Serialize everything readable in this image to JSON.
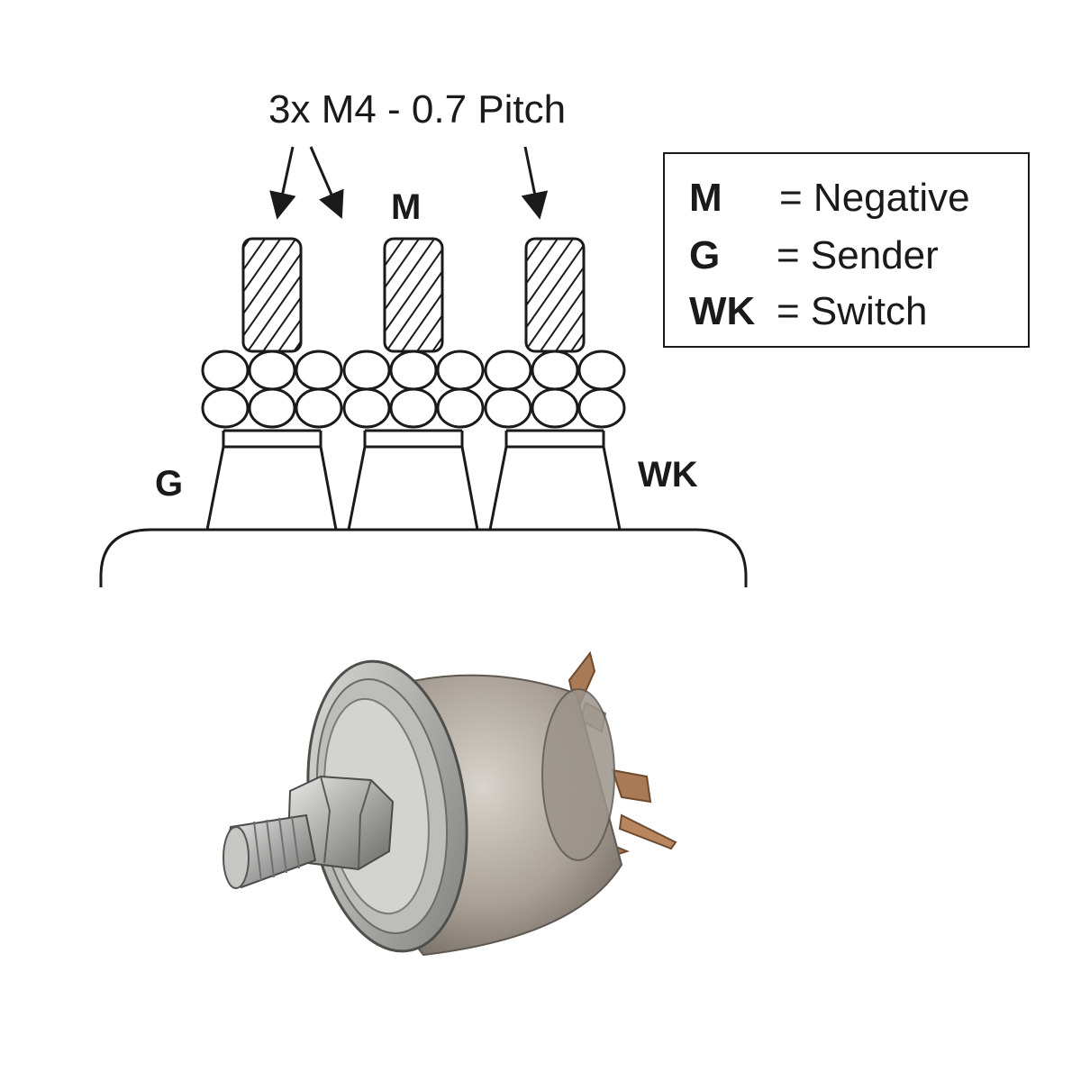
{
  "diagram": {
    "thread_label": "3x M4 - 0.7 Pitch",
    "terminals": [
      {
        "label": "G"
      },
      {
        "label": "M"
      },
      {
        "label": "WK"
      }
    ],
    "legend": [
      {
        "key": "M",
        "value": "= Negative"
      },
      {
        "key": "G",
        "value": "= Sender"
      },
      {
        "key": "WK",
        "value": "= Switch"
      }
    ]
  },
  "colors": {
    "line": "#1a1a1a",
    "background": "#ffffff",
    "sensor_body": "#b3aca4",
    "sensor_metal": "#c9c9c7"
  }
}
